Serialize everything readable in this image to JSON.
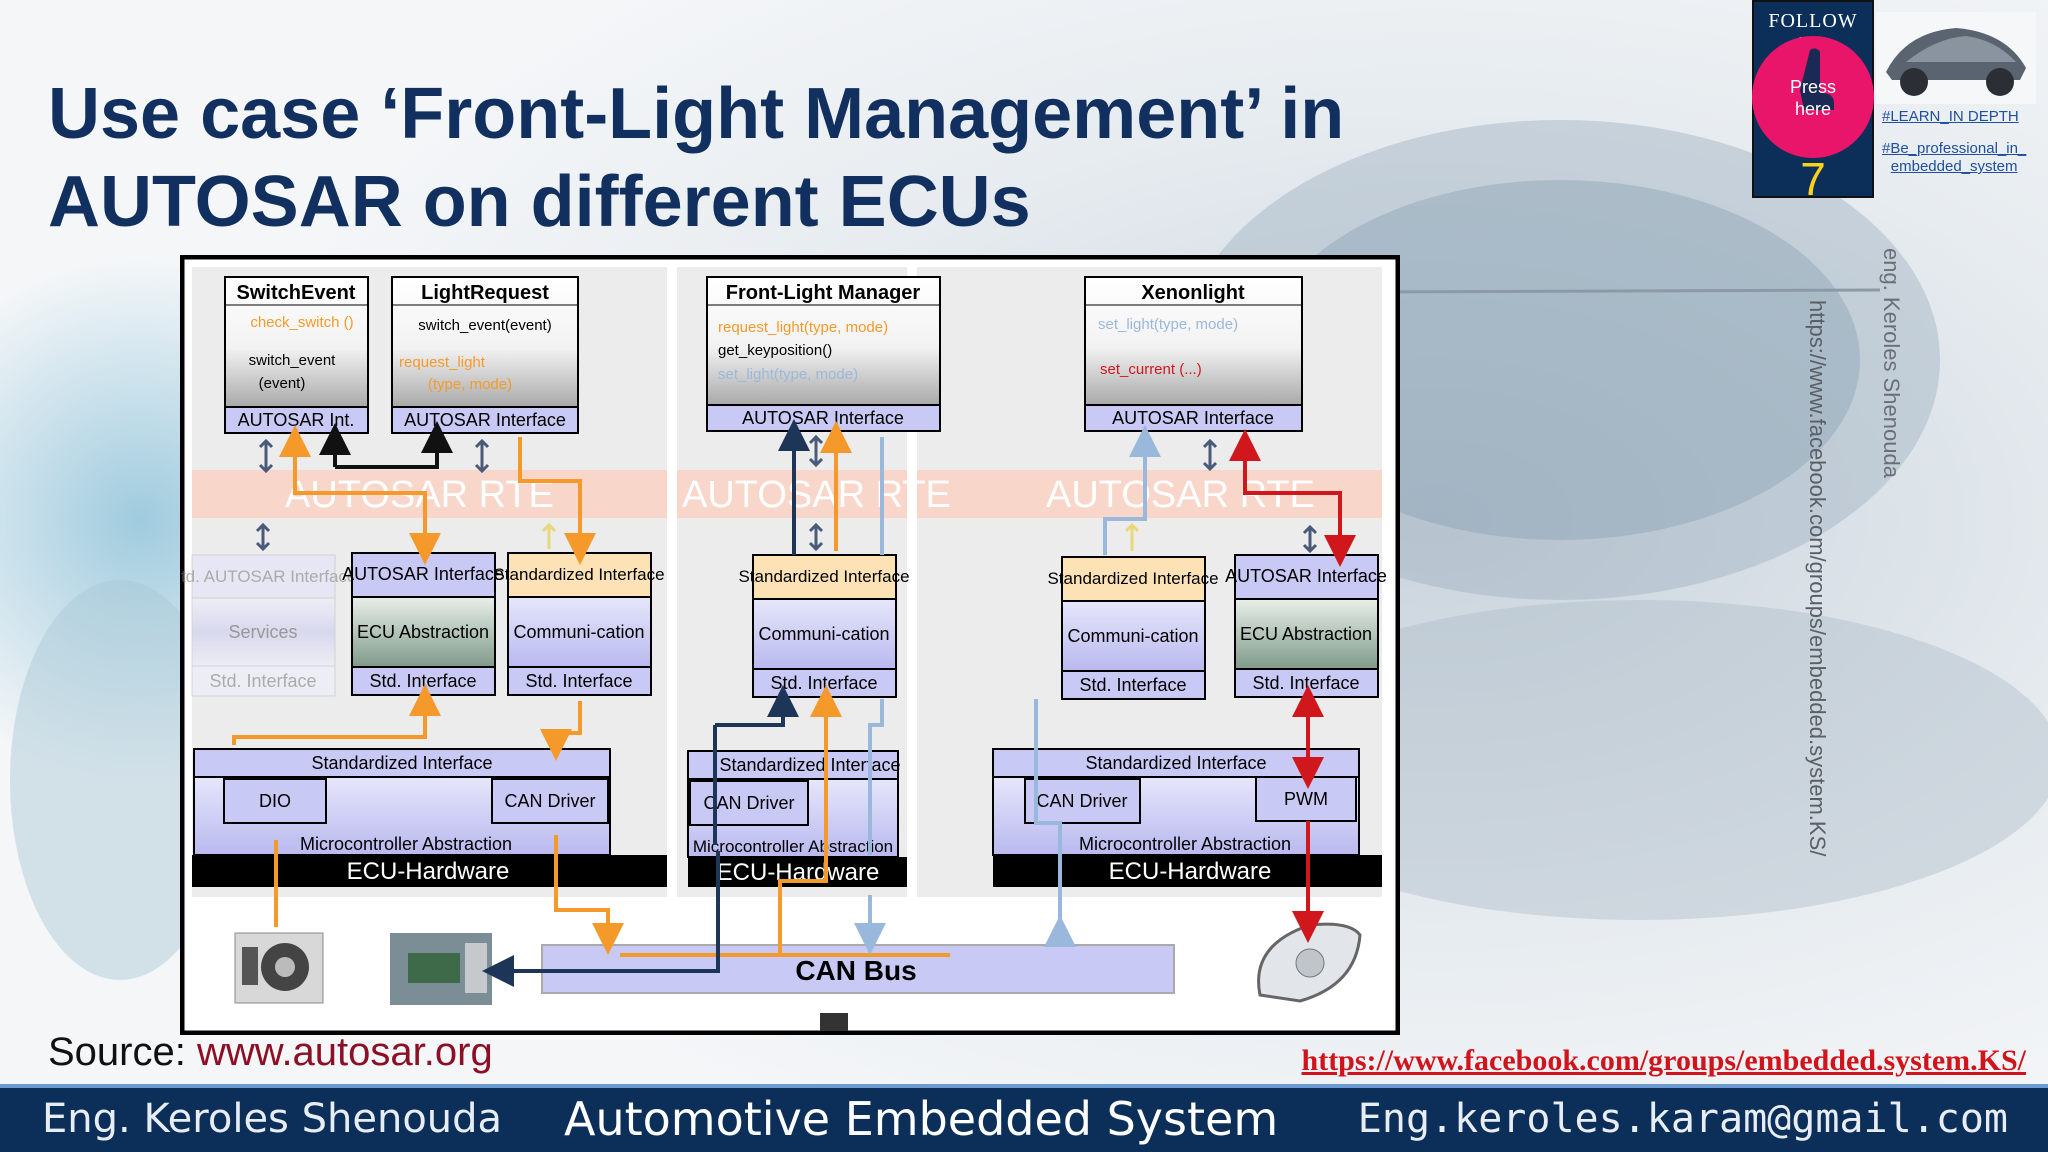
{
  "slide": {
    "title_line1": "Use case ‘Front-Light Management’ in",
    "title_line2": "AUTOSAR on different ECUs",
    "source_label": "Source:",
    "source_link": "www.autosar.org",
    "facebook_link": "https://www.facebook.com/groups/embedded.system.KS/",
    "vertical_link": "https://www.facebook.com/groups/embedded.system.KS/",
    "vertical_author": "eng. Keroles Shenouda"
  },
  "badge": {
    "follow": "FOLLOW US",
    "press_line1": "Press",
    "press_line2": "here",
    "number": "7",
    "tag1": "#LEARN_IN DEPTH",
    "tag2_line1": "#Be_professional_in_",
    "tag2_line2": "embedded_system"
  },
  "footer": {
    "left": "Eng. Keroles Shenouda",
    "center": "Automotive Embedded System",
    "right": "Eng.keroles.karam@gmail.com"
  },
  "diagram": {
    "rte_label": "AUTOSAR RTE",
    "ecu1": {
      "switch_event": {
        "title": "SwitchEvent",
        "l1": "check_switch ()",
        "l2": "switch_event",
        "l3": "(event)",
        "port": "AUTOSAR Int."
      },
      "light_request": {
        "title": "LightRequest",
        "l1": "switch_event(event)",
        "l2": "request_light",
        "l3": "(type, mode)",
        "port": "AUTOSAR Interface"
      },
      "services": {
        "top": "Std. AUTOSAR Interface",
        "mid": "Services",
        "bot": "Std. Interface"
      },
      "ecu_abs": {
        "top": "AUTOSAR Interface",
        "mid": "ECU Abstraction",
        "bot": "Std. Interface"
      },
      "comm": {
        "top": "Standardized Interface",
        "mid": "Communi-cation",
        "bot": "Std. Interface"
      },
      "mcal": {
        "top": "Standardized Interface",
        "a": "DIO",
        "b": "CAN Driver",
        "bottom": "Microcontroller Abstraction"
      },
      "hw": "ECU-Hardware"
    },
    "ecu2": {
      "flm": {
        "title": "Front-Light Manager",
        "l1": "request_light(type, mode)",
        "l2": "get_keyposition()",
        "l3": "set_light(type, mode)",
        "port": "AUTOSAR Interface"
      },
      "comm": {
        "top": "Standardized Interface",
        "mid": "Communi-cation",
        "bot": "Std. Interface"
      },
      "mcal": {
        "top": "Standardized Interface",
        "a": "CAN Driver",
        "bottom": "Microcontroller Abstraction"
      },
      "hw": "ECU-Hardware"
    },
    "ecu3": {
      "xenon": {
        "title": "Xenonlight",
        "l1": "set_light(type, mode)",
        "l2": "set_current (...)",
        "port": "AUTOSAR Interface"
      },
      "comm": {
        "top": "Standardized Interface",
        "mid": "Communi-cation",
        "bot": "Std. Interface"
      },
      "ecu_abs": {
        "top": "AUTOSAR Interface",
        "mid": "ECU Abstraction",
        "bot": "Std. Interface"
      },
      "mcal": {
        "top": "Standardized Interface",
        "a": "CAN Driver",
        "b": "PWM",
        "bottom": "Microcontroller Abstraction"
      },
      "hw": "ECU-Hardware"
    },
    "can_bus": "CAN Bus"
  },
  "colors": {
    "orange": "#f59a2a",
    "navy": "#1d3557",
    "lightblue": "#9ab8dc",
    "red": "#d0181c",
    "box": "#c9c9f5"
  }
}
